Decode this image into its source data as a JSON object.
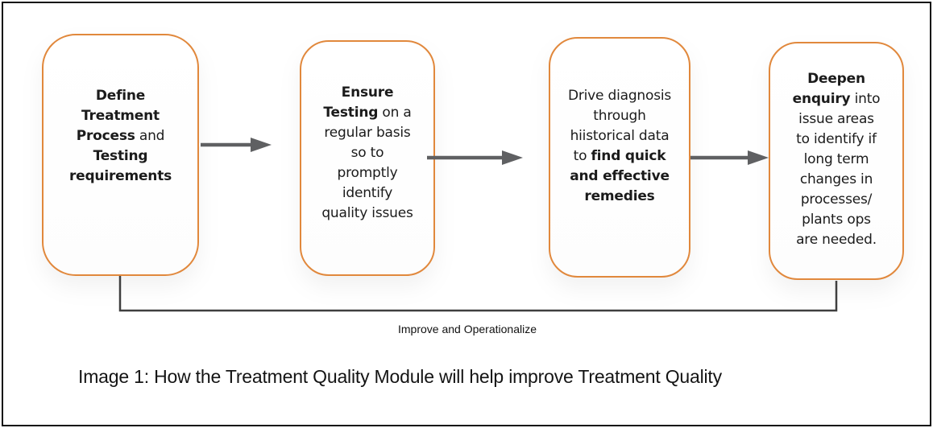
{
  "diagram": {
    "nodes": [
      {
        "name": "define-treatment-process",
        "segments": [
          {
            "text": "Define\nTreatment\nProcess",
            "bold": true
          },
          {
            "text": " and\n",
            "bold": false
          },
          {
            "text": "Testing\nrequirements",
            "bold": true
          }
        ]
      },
      {
        "name": "ensure-testing",
        "segments": [
          {
            "text": "Ensure\nTesting",
            "bold": true
          },
          {
            "text": " on a\nregular basis\nso to\npromptly\nidentify\nquality issues",
            "bold": false
          }
        ]
      },
      {
        "name": "drive-diagnosis",
        "segments": [
          {
            "text": "Drive diagnosis\nthrough\nhiistorical data\nto ",
            "bold": false
          },
          {
            "text": "find quick\nand effective\nremedies",
            "bold": true
          }
        ]
      },
      {
        "name": "deepen-enquiry",
        "segments": [
          {
            "text": "Deepen\nenquiry",
            "bold": true
          },
          {
            "text": " into\nissue areas\nto identify if\nlong term\nchanges in\nprocesses/\nplants ops\nare needed.",
            "bold": false
          }
        ]
      }
    ],
    "feedback_label": "Improve and Operationalize",
    "caption": "Image 1: How the Treatment Quality Module will help improve Treatment Quality",
    "colors": {
      "node_border": "#E1883C",
      "arrow": "#5F6062",
      "feedback_line": "#3F3F3F",
      "text": "#1B1B1B",
      "frame_border": "#0D0D0D"
    }
  }
}
